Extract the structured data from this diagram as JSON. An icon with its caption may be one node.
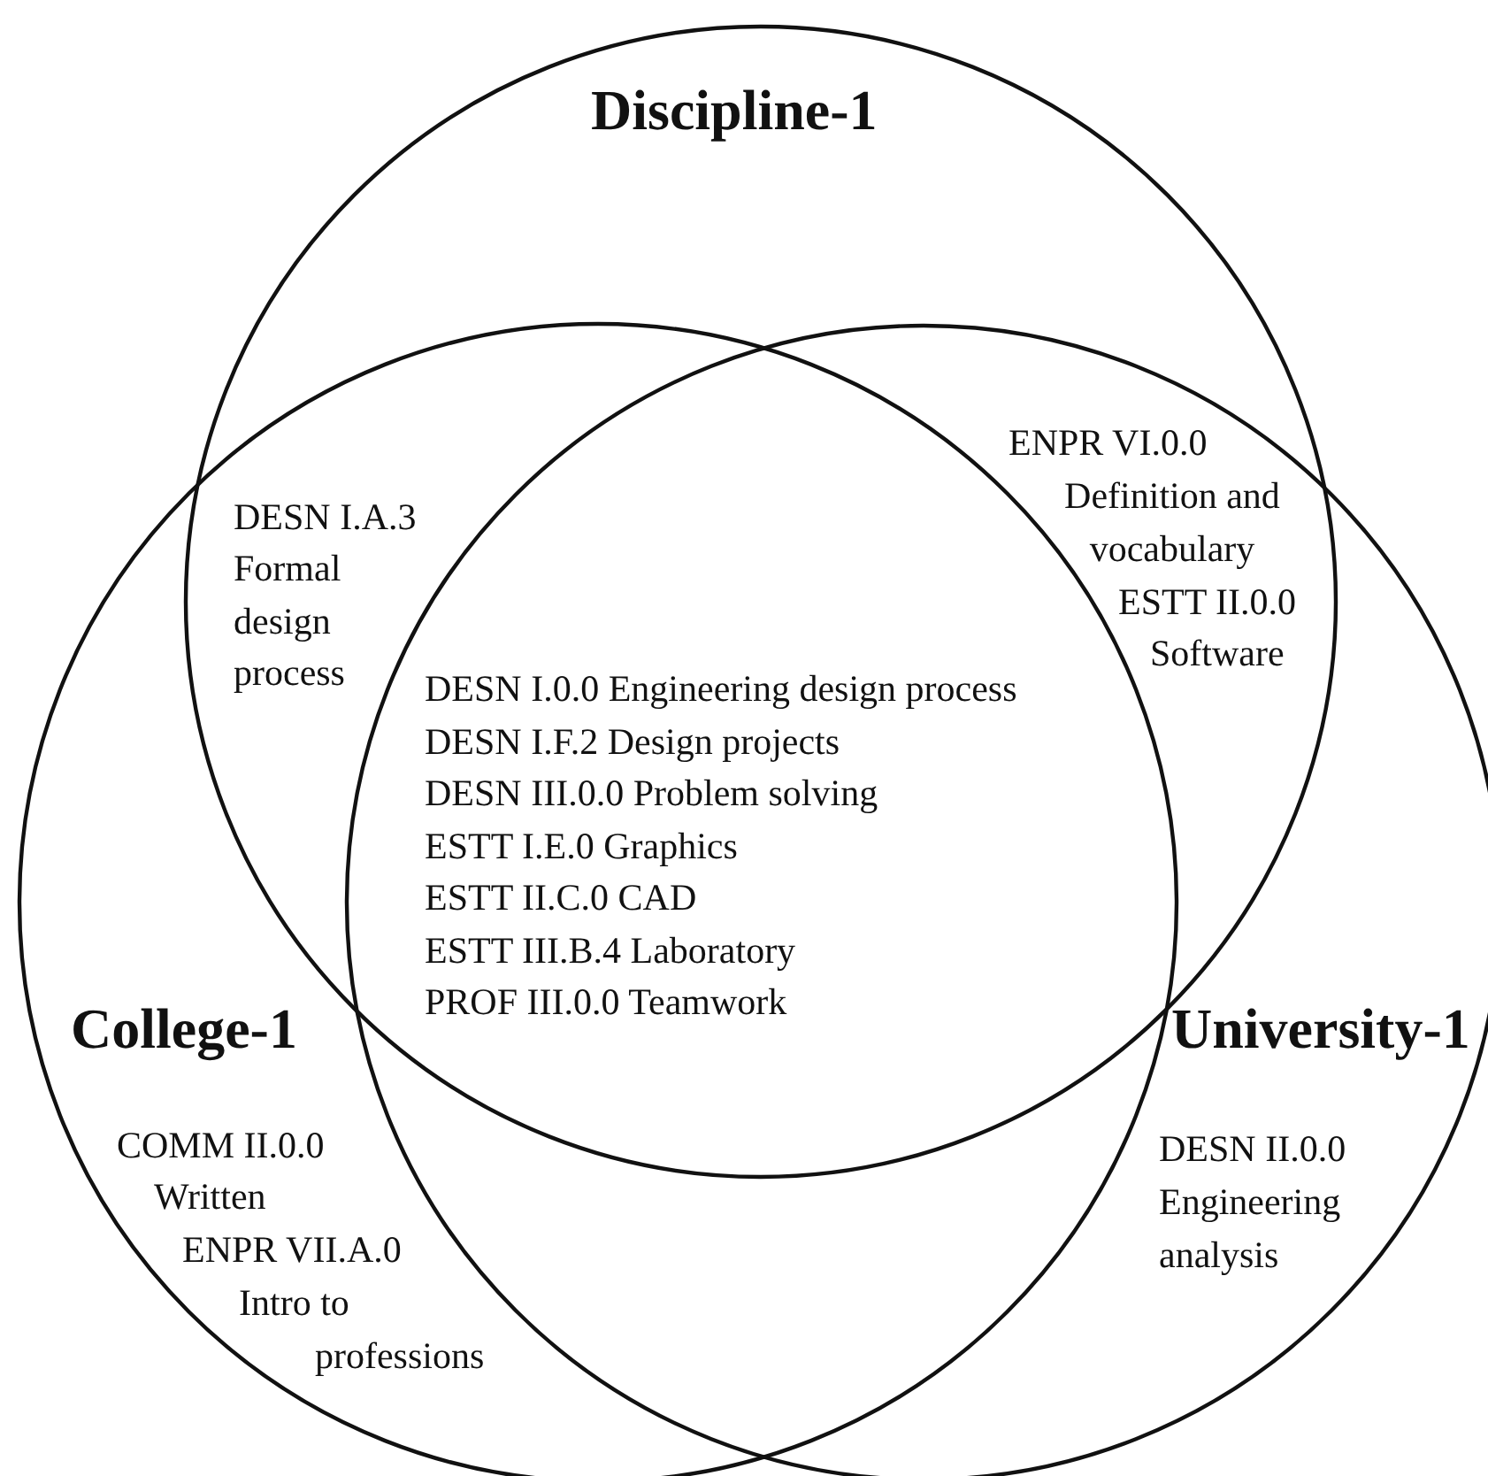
{
  "diagram": {
    "nodes": [
      {
        "text": [
          "Discipline-1"
        ]
      },
      {
        "text": [
          "College-1"
        ]
      },
      {
        "text": [
          "University-1"
        ]
      }
    ],
    "labels": [
      "DESN I.A.3",
      "Formal design process",
      "ENPR VI.0.0",
      "Definition and vocabulary",
      "ESTT II.0.0",
      "Software",
      "DESN I.0.0 Engineering design process",
      "DESN I.F.2 Design projects",
      "DESN III.0.0 Problem solving",
      "ESTT I.E.0 Graphics",
      "ESTT II.C.0 CAD",
      "ESTT III.B.4 Laboratory",
      "PROF III.0.0 Teamwork",
      "COMM II.0.0",
      "Written",
      "ENPR VII.A.0",
      "Intro to professions",
      "DESN II.0.0",
      "Engineering analysis"
    ]
  }
}
